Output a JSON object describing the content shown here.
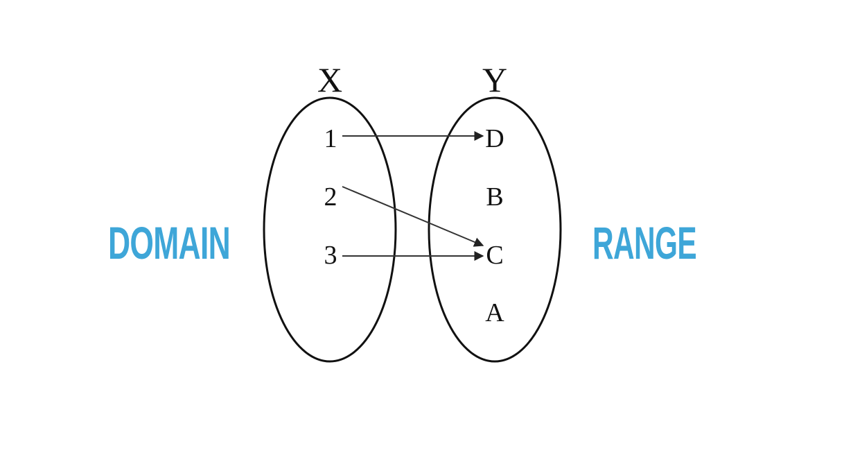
{
  "labels": {
    "domain": "DOMAIN",
    "range": "RANGE"
  },
  "sets": {
    "left": {
      "title": "X",
      "elements": [
        "1",
        "2",
        "3"
      ]
    },
    "right": {
      "title": "Y",
      "elements": [
        "D",
        "B",
        "C",
        "A"
      ]
    }
  },
  "mappings": [
    {
      "from": "1",
      "to": "D"
    },
    {
      "from": "2",
      "to": "C"
    },
    {
      "from": "3",
      "to": "C"
    }
  ],
  "colors": {
    "label": "#3ea6d8",
    "stroke": "#111111",
    "arrow": "#333333",
    "background": "#ffffff"
  }
}
